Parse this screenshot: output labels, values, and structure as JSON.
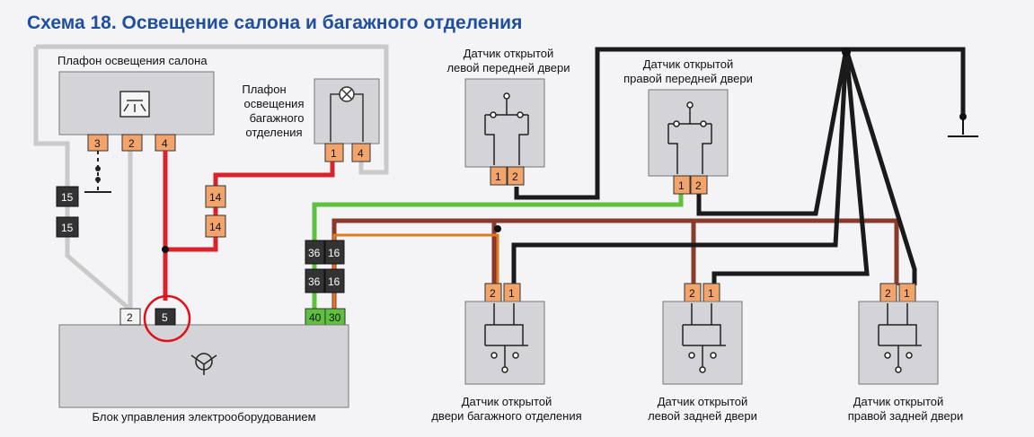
{
  "title": "Схема 18. Освещение салона и багажного отделения",
  "colors": {
    "title": "#1f4fa0",
    "wire_red": "#d8232a",
    "wire_black": "#1a1a1a",
    "wire_gray": "#c9c9c9",
    "wire_green": "#5fbf3f",
    "wire_brown": "#8a3a2a",
    "wire_orange": "#e07a20",
    "connector_orange": "#f2a46b",
    "component_fill": "#d4d4d8",
    "highlight_circle": "#e0101a"
  },
  "components": {
    "dome_lamp": {
      "label": "Плафон освещения салона",
      "pins": [
        "3",
        "2",
        "4"
      ],
      "icon": "dome-light-icon"
    },
    "trunk_lamp": {
      "label_lines": [
        "Плафон",
        "освещения",
        "багажного",
        "отделения"
      ],
      "pins": [
        "1",
        "4"
      ],
      "icon": "lamp-icon"
    },
    "control_unit": {
      "label": "Блок управления электрооборудованием",
      "pins": [
        "2",
        "5"
      ],
      "icon": "control-unit-icon"
    },
    "sensor_front_left": {
      "label_lines": [
        "Датчик открытой",
        "левой передней двери"
      ],
      "pins": [
        "1",
        "2"
      ]
    },
    "sensor_front_right": {
      "label_lines": [
        "Датчик открытой",
        "правой передней двери"
      ],
      "pins": [
        "1",
        "2"
      ]
    },
    "sensor_trunk": {
      "label_lines": [
        "Датчик открытой",
        "двери багажного отделения"
      ],
      "pins": [
        "2",
        "1"
      ]
    },
    "sensor_rear_left": {
      "label_lines": [
        "Датчик открытой",
        "левой задней двери"
      ],
      "pins": [
        "2",
        "1"
      ]
    },
    "sensor_rear_right": {
      "label_lines": [
        "Датчик открытой",
        "правой задней двери"
      ],
      "pins": [
        "2",
        "1"
      ]
    }
  },
  "connectors": {
    "c15a": "15",
    "c15b": "15",
    "c14a": "14",
    "c14b": "14",
    "c36a": "36",
    "c16a": "16",
    "c36b": "36",
    "c16b": "16",
    "c40": "40",
    "c30": "30"
  }
}
